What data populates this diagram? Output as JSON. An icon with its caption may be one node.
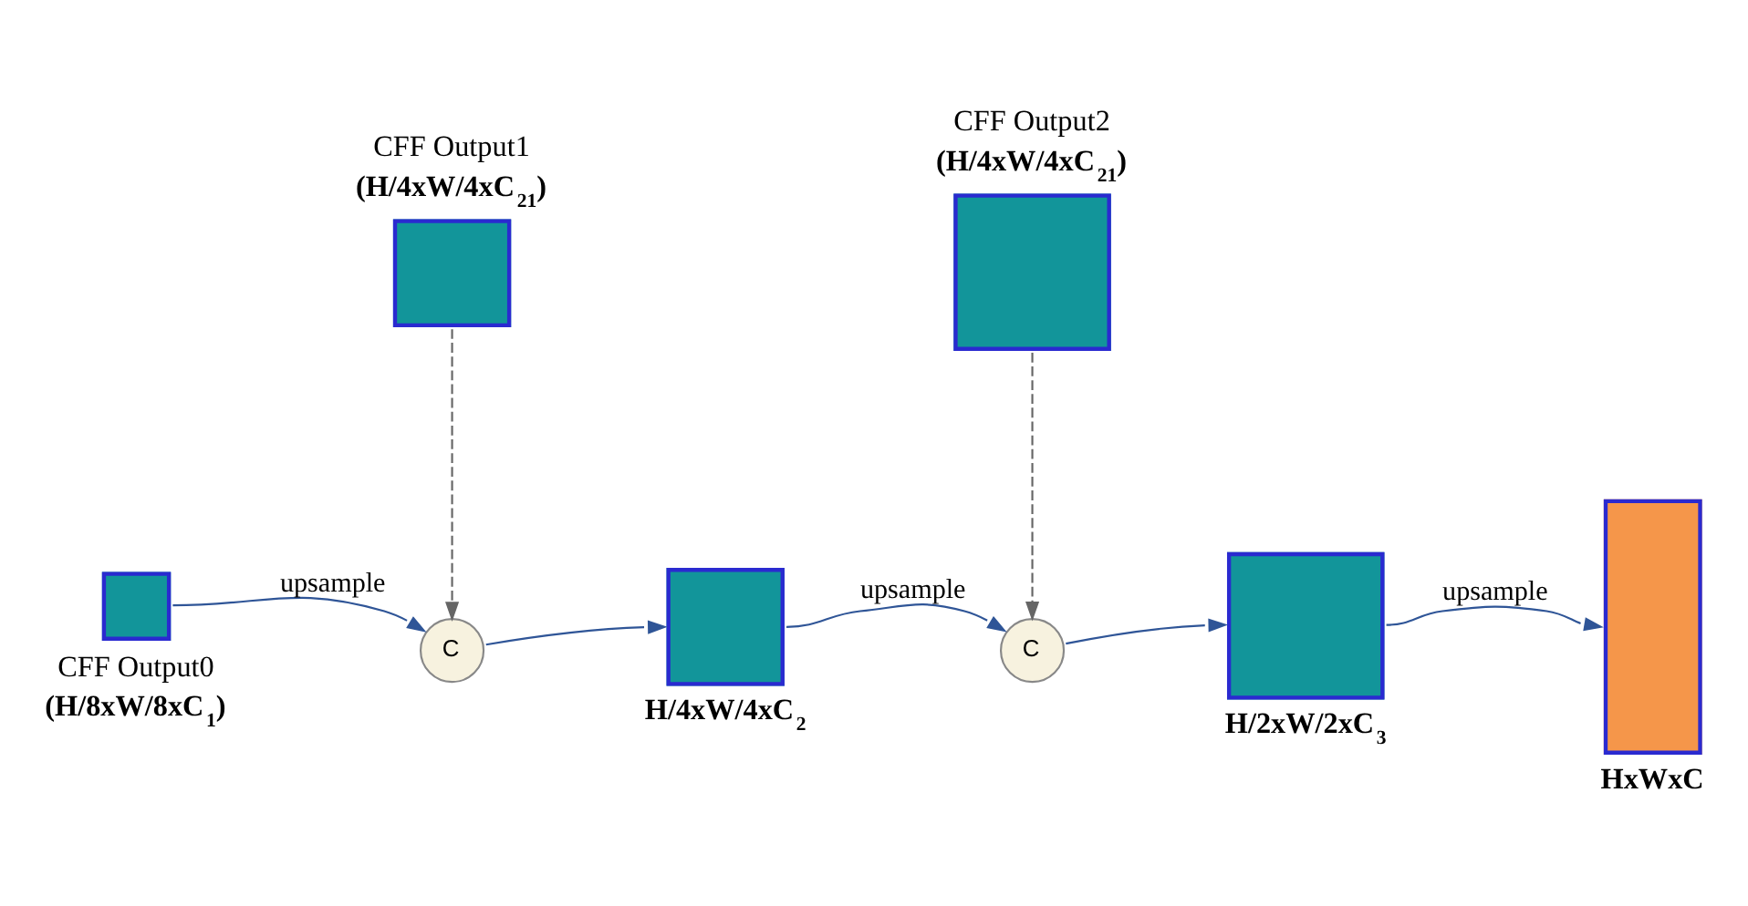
{
  "diagram": {
    "nodes": [
      {
        "text": [],
        "shape": "box",
        "beside": [
          "CFF Output1",
          "(H/4xW/4xC$_{21}$)"
        ]
      },
      {
        "text": [],
        "shape": "box",
        "beside": [
          "CFF Output2",
          "(H/4xW/4xC$_{21}$)"
        ]
      },
      {
        "text": [],
        "shape": "box",
        "beside": [
          "CFF Output0",
          "(H/8xW/8xC$_{1}$)"
        ]
      },
      {
        "text": [
          "C"
        ]
      },
      {
        "text": [],
        "shape": "box",
        "beside": [
          "H/4xW/4xC$_{2}$"
        ]
      },
      {
        "text": [
          "C"
        ]
      },
      {
        "text": [],
        "shape": "box",
        "beside": [
          "H/2xW/2xC$_{3}$"
        ]
      },
      {
        "text": [],
        "shape": "box",
        "beside": [
          "HxWxC"
        ]
      }
    ],
    "edges": [
      {
        "from": 0,
        "to": 3,
        "arrow": "to",
        "style": "dashed",
        "color": "#666666"
      },
      {
        "from": 1,
        "to": 5,
        "arrow": "to",
        "style": "dashed",
        "color": "#666666"
      },
      {
        "from": 2,
        "to": 3,
        "arrow": "to",
        "label": "upsample"
      },
      {
        "from": 3,
        "to": 4,
        "arrow": "to"
      },
      {
        "from": 4,
        "to": 5,
        "arrow": "to",
        "label": "upsample"
      },
      {
        "from": 5,
        "to": 6,
        "arrow": "to"
      },
      {
        "from": 6,
        "to": 7,
        "arrow": "to",
        "label": "upsample"
      }
    ]
  }
}
